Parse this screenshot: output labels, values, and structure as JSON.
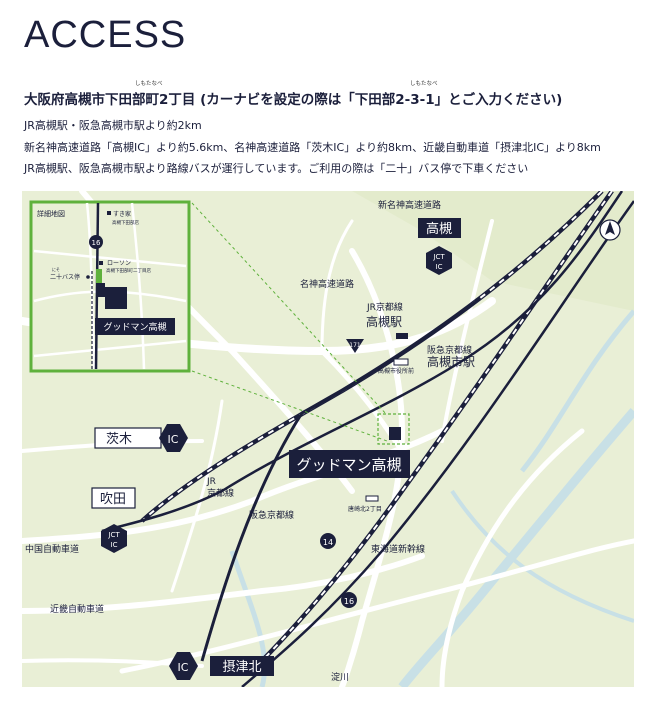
{
  "header": {
    "title": "ACCESS",
    "address_main": "大阪府高槻市下田部町2丁目 (カーナビを設定の際は「下田部2-3-1」とご入力ください)",
    "ruby_1": "しもたなべ",
    "ruby_2": "しもたなべ",
    "line_1": "JR高槻駅・阪急高槻市駅より約2km",
    "line_2": "新名神高速道路「高槻IC」より約5.6km、名神高速道路「茨木IC」より約8km、近畿自動車道「摂津北IC」より8km",
    "line_3": "JR高槻駅、阪急高槻市駅より路線バスが運行しています。ご利用の際は「二十」バス停で下車ください"
  },
  "map": {
    "labels": {
      "shin_meishin": "新名神高速道路",
      "meishin": "名神高速道路",
      "chugoku": "中国自動車道",
      "kinki": "近畿自動車道",
      "jr_kyoto_line": "JR京都線",
      "jr_line_a": "JR",
      "jr_line_b": "京都線",
      "hankyu_line": "阪急京都線",
      "tokaido_shinkansen": "東海道新幹線",
      "jr_takatsuki_a": "JR京都線",
      "jr_takatsuki_b": "高槻駅",
      "hankyu_takatsuki_a": "阪急京都線",
      "hankyu_takatsuki_b": "高槻市駅",
      "city_hall": "高槻市役所前",
      "higashi_tenkawa": "唐崎北2丁目",
      "yodogawa": "淀川",
      "property": "グッドマン高槻",
      "north": "N"
    },
    "badges": {
      "takatsuki": "高槻",
      "ibaraki": "茨木",
      "suita": "吹田",
      "settsu_kita": "摂津北",
      "ic": "IC",
      "jct_top": "JCT",
      "jct_bottom": "IC"
    },
    "routes": [
      "171",
      "14",
      "16"
    ],
    "inset": {
      "title": "詳細地図",
      "route": "16",
      "sukiya": "すき家",
      "sukiya_sub": "高槻下田部店",
      "lawson": "ローソン",
      "lawson_sub": "高槻下田部町二丁目店",
      "bus_ruby": "にそ",
      "bus_stop": "二十バス停",
      "property": "グッドマン高槻"
    }
  },
  "colors": {
    "navy": "#1b1f3b",
    "map_bg": "#e9efd6",
    "road": "#ffffff",
    "green_accent": "#5fb13c",
    "river": "#c8e0e6"
  }
}
